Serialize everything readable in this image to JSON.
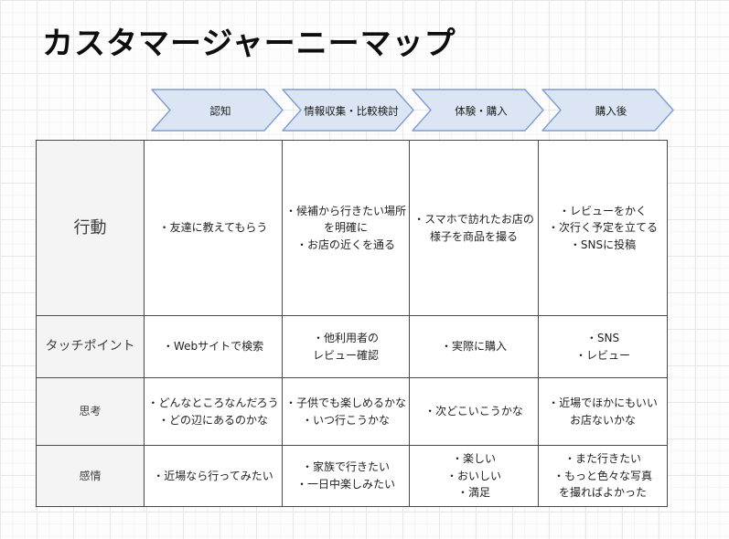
{
  "title": "カスタマージャーニーマップ",
  "phases": [
    {
      "label": "認知"
    },
    {
      "label": "情報収集・比較検討"
    },
    {
      "label": "体験・購入"
    },
    {
      "label": "購入後"
    }
  ],
  "table": {
    "rows": [
      {
        "header": "行動",
        "cells": [
          "・友達に教えてもらう",
          "・候補から行きたい場所\nを明確に\n・お店の近くを通る",
          "・スマホで訪れたお店の\n様子を商品を撮る",
          "・レビューをかく\n・次行く予定を立てる\n・SNSに投稿"
        ]
      },
      {
        "header": "タッチポイント",
        "cells": [
          "・Webサイトで検索",
          "・他利用者の\nレビュー確認",
          "・実際に購入",
          "・SNS\n・レビュー"
        ]
      },
      {
        "header": "思考",
        "cells": [
          "・どんなところなんだろう\n・どの辺にあるのかな",
          "・子供でも楽しめるかな\n・いつ行こうかな",
          "・次どこいこうかな",
          "・近場でほかにもいい\nお店ないかな"
        ]
      },
      {
        "header": "感情",
        "cells": [
          "・近場なら行ってみたい",
          "・家族で行きたい\n・一日中楽しみたい",
          "・楽しい\n・おいしい\n・満足",
          "・また行きたい\n・もっと色々な写真\nを撮ればよかった"
        ]
      }
    ]
  },
  "colors": {
    "arrow_fill": "#dbe5f3",
    "arrow_border": "#7e9cd2",
    "table_border": "#4a4a4a",
    "row_header_bg": "#f4f4f4",
    "grid_major": "#e7e7e7",
    "grid_minor": "#f4f4f4"
  }
}
